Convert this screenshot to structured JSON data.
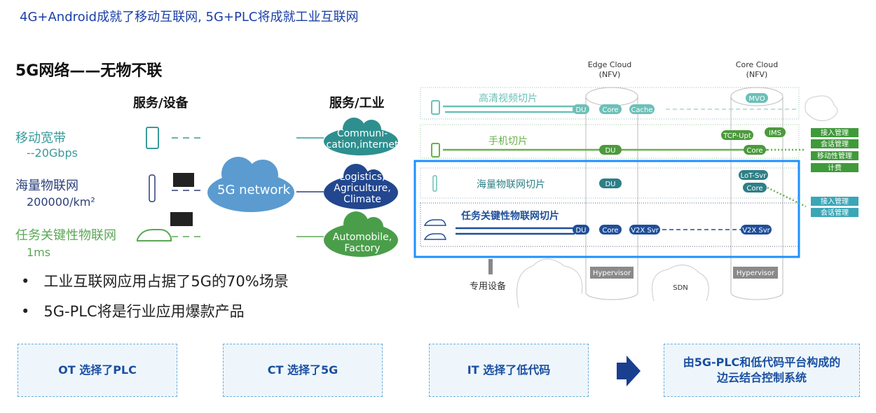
{
  "title": "4G+Android成就了移动互联网, 5G+PLC将成就工业互联网",
  "subtitle": "5G网络——无物不联",
  "left": {
    "col_devices": "服务/设备",
    "col_industry": "服务/工业",
    "rows": [
      {
        "label": "移动宽带",
        "value": "--20Gbps"
      },
      {
        "label": "海量物联网",
        "value": "200000/km²"
      },
      {
        "label": "任务关键性物联网",
        "value": "1ms"
      }
    ],
    "center_cloud": "5G network",
    "industry_clouds": [
      {
        "line1": "Communi-",
        "line2": "cation,internet",
        "line3": ""
      },
      {
        "line1": "Logistics,",
        "line2": "Agriculture,",
        "line3": "Climate"
      },
      {
        "line1": "Automobile,",
        "line2": "Factory",
        "line3": ""
      }
    ],
    "colors": {
      "teal": "#3a9a9a",
      "navy": "#2b3f7a",
      "green": "#5aa855",
      "cloud": "#5b9bd0"
    }
  },
  "bullets": [
    "工业互联网应用占据了5G的70%场景",
    "5G-PLC将是行业应用爆款产品"
  ],
  "diagram": {
    "edge_cloud": [
      "Edge Cloud",
      "(NFV)"
    ],
    "core_cloud": [
      "Core Cloud",
      "(NFV)"
    ],
    "slices": [
      "高清视频切片",
      "手机切片",
      "海量物联网切片",
      "任务关键性物联网切片"
    ],
    "nodes": {
      "du": "DU",
      "core": "Core",
      "cache": "Cache",
      "mvo": "MVO",
      "tcp": "TCP-Upt",
      "ims": "IMS",
      "lot": "LoT-Svr",
      "v2x": "V2X Svr"
    },
    "green_funcs": [
      "接入管理",
      "会话管理",
      "移动性管理",
      "计费"
    ],
    "teal_funcs": [
      "接入管理",
      "会话管理"
    ],
    "hypervisor": "Hypervisor",
    "sdn": "SDN",
    "device": "专用设备"
  },
  "boxes": [
    "OT 选择了PLC",
    "CT 选择了5G",
    "IT 选择了低代码",
    "由5G-PLC和低代码平台构成的",
    "边云结合控制系统"
  ]
}
